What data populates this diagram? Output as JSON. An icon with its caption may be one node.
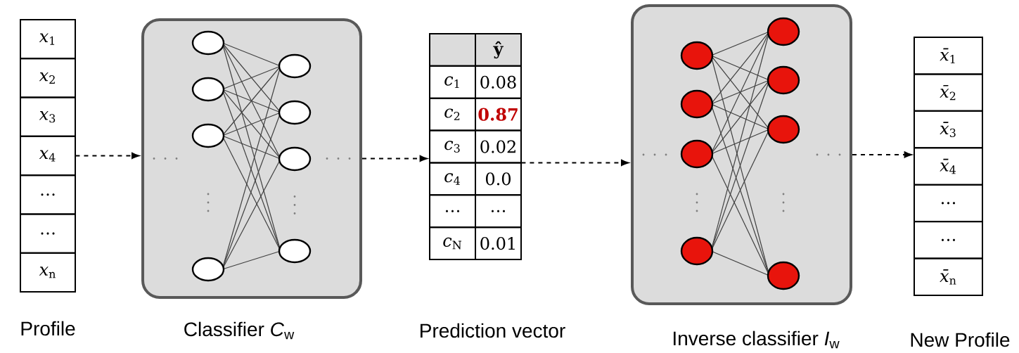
{
  "diagram": {
    "nodes": [
      {
        "text": [
          "*x*$_{1}$",
          "*x*$_{2}$",
          "*x*$_{3}$",
          "*x*$_{4}$",
          "…",
          "…",
          "*x*$_{n}$"
        ],
        "beside": [
          "Profile"
        ]
      },
      {
        "text": [],
        "shape": "box",
        "beside": [
          "Classifier *C*$_{w}$"
        ]
      },
      {
        "text": [
          "ŷ",
          "*c*$_{1}$",
          "0.08",
          "*c*$_{2}$",
          "0.87",
          "*c*$_{3}$",
          "0.02",
          "*c*$_{4}$",
          "0.0",
          "…",
          "…",
          "*c*$_{N}$",
          "0.01"
        ],
        "beside": [
          "Prediction vector"
        ]
      },
      {
        "text": [],
        "shape": "box",
        "beside": [
          "Inverse classifier *I*$_{w}$"
        ]
      },
      {
        "text": [
          "*x̄*$_{1}$",
          "*x̄*$_{2}$",
          "*x̄*$_{3}$",
          "*x̄*$_{4}$",
          "…",
          "…",
          "*x̄*$_{n}$"
        ],
        "beside": [
          "New Profile"
        ]
      }
    ],
    "edges": [
      {
        "from": 0,
        "to": 1,
        "arrow": "to",
        "style": "dashed"
      },
      {
        "from": 1,
        "to": 2,
        "arrow": "to",
        "style": "dashed"
      },
      {
        "from": 2,
        "to": 3,
        "arrow": "to",
        "style": "dashed"
      },
      {
        "from": 3,
        "to": 4,
        "arrow": "to",
        "style": "dashed"
      }
    ]
  }
}
